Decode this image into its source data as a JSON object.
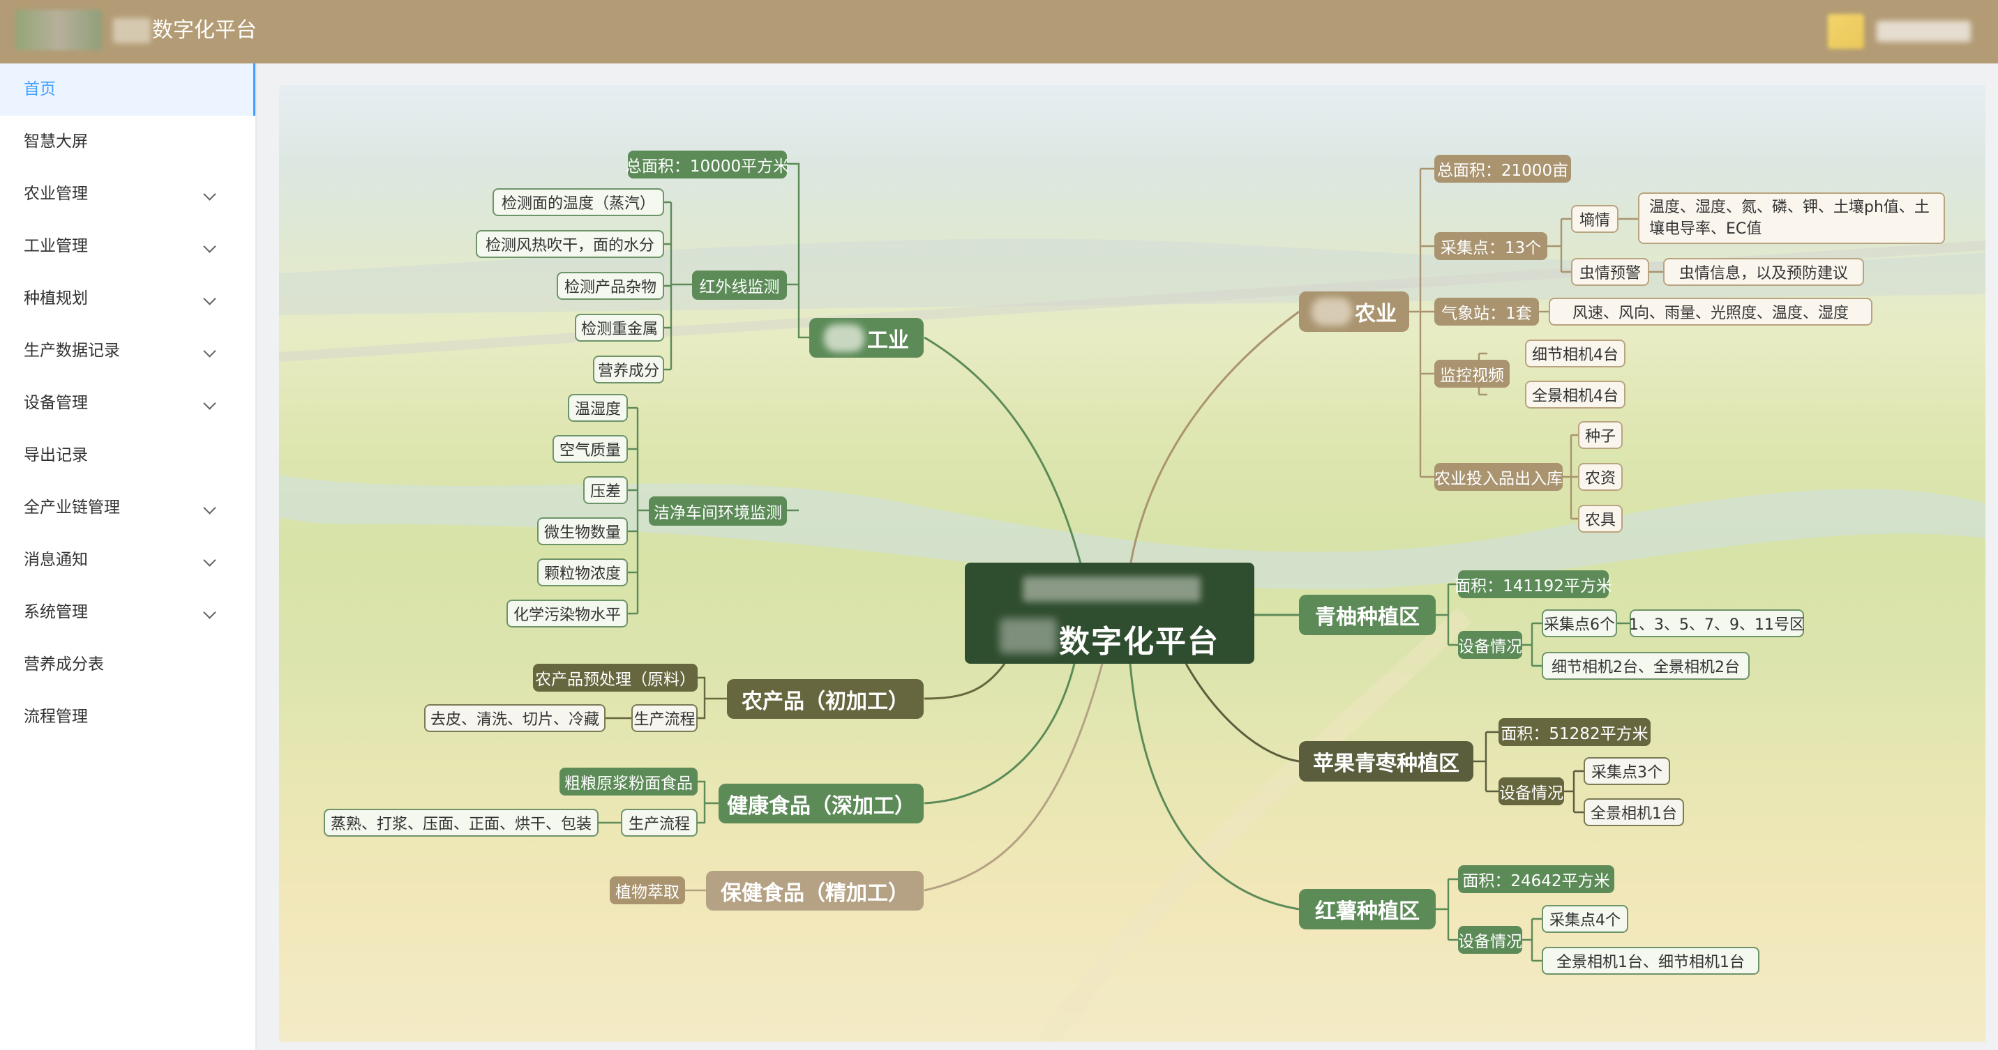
{
  "header": {
    "title": "数字化平台"
  },
  "sidebar": {
    "items": [
      {
        "label": "首页",
        "active": true,
        "expandable": false
      },
      {
        "label": "智慧大屏",
        "expandable": false
      },
      {
        "label": "农业管理",
        "expandable": true
      },
      {
        "label": "工业管理",
        "expandable": true
      },
      {
        "label": "种植规划",
        "expandable": true
      },
      {
        "label": "生产数据记录",
        "expandable": true
      },
      {
        "label": "设备管理",
        "expandable": true
      },
      {
        "label": "导出记录",
        "expandable": false
      },
      {
        "label": "全产业链管理",
        "expandable": true
      },
      {
        "label": "消息通知",
        "expandable": true
      },
      {
        "label": "系统管理",
        "expandable": true
      },
      {
        "label": "营养成分表",
        "expandable": false
      },
      {
        "label": "流程管理",
        "expandable": false
      }
    ]
  },
  "colors": {
    "accent": "#409eff",
    "header": "#b39c75",
    "dark_green": "#5c8b58",
    "tan": "#a9946f",
    "olive": "#66663f"
  },
  "mindmap": {
    "center": "数字化平台",
    "industry": {
      "label": "工业",
      "area": "总面积：10000平方米",
      "infrared": {
        "label": "红外线监测",
        "items": [
          "检测面的温度（蒸汽）",
          "检测风热吹干，面的水分",
          "检测产品杂物",
          "检测重金属",
          "营养成分"
        ]
      },
      "cleanroom": {
        "label": "洁净车间环境监测",
        "items": [
          "温湿度",
          "空气质量",
          "压差",
          "微生物数量",
          "颗粒物浓度",
          "化学污染物水平"
        ]
      }
    },
    "agri_primary": {
      "label": "农产品（初加工）",
      "raw": "农产品预处理（原料）",
      "flow": "生产流程",
      "steps": "去皮、清洗、切片、冷藏"
    },
    "health_food": {
      "label": "健康食品（深加工）",
      "raw": "粗粮原浆粉面食品",
      "flow": "生产流程",
      "steps": "蒸熟、打浆、压面、正面、烘干、包装"
    },
    "care_food": {
      "label": "保健食品（精加工）",
      "item": "植物萃取"
    },
    "agriculture": {
      "label": "农业",
      "area": "总面积：21000亩",
      "collect": "采集点：13个",
      "soil": "墒情",
      "soil_detail": "温度、湿度、氮、磷、钾、土壤ph值、土壤电导率、EC值",
      "pest": "虫情预警",
      "pest_detail": "虫情信息，以及预防建议",
      "weather": "气象站：1套",
      "weather_detail": "风速、风向、雨量、光照度、温度、湿度",
      "video": "监控视频",
      "cam_detail": "细节相机4台",
      "cam_pano": "全景相机4台",
      "inputs": "农业投入品出入库",
      "input_items": [
        "种子",
        "农资",
        "农具"
      ]
    },
    "pomelo": {
      "label": "青柚种植区",
      "area": "面积：141192平方米",
      "equip": "设备情况",
      "collect": "采集点6个",
      "collect_detail": "1、3、5、7、9、11号区",
      "cams": "细节相机2台、全景相机2台"
    },
    "apple": {
      "label": "苹果青枣种植区",
      "area": "面积：51282平方米",
      "equip": "设备情况",
      "collect": "采集点3个",
      "cams": "全景相机1台"
    },
    "potato": {
      "label": "红薯种植区",
      "area": "面积：24642平方米",
      "equip": "设备情况",
      "collect": "采集点4个",
      "cams": "全景相机1台、细节相机1台"
    }
  }
}
